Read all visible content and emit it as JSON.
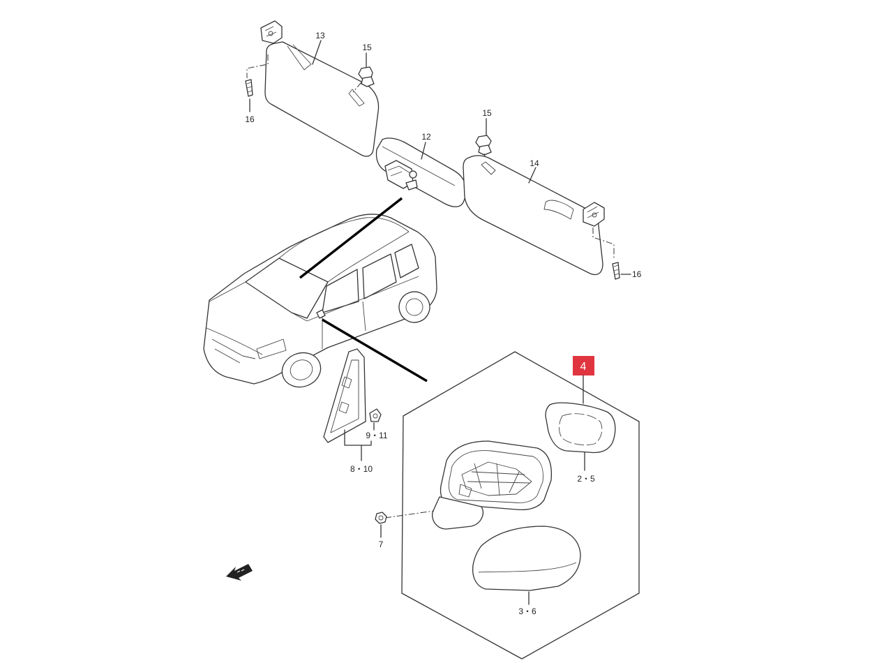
{
  "callouts": {
    "c13": "13",
    "c15a": "15",
    "c16a": "16",
    "c12": "12",
    "c15b": "15",
    "c14": "14",
    "c16b": "16",
    "c4": "4",
    "c25": "2・5",
    "c911": "9・11",
    "c810": "8・10",
    "c7": "7",
    "c36": "3・6"
  },
  "colors": {
    "highlight_badge": "#e0353f",
    "line": "#333333"
  },
  "icons": {
    "front_arrow": "fwd-arrow-icon"
  }
}
